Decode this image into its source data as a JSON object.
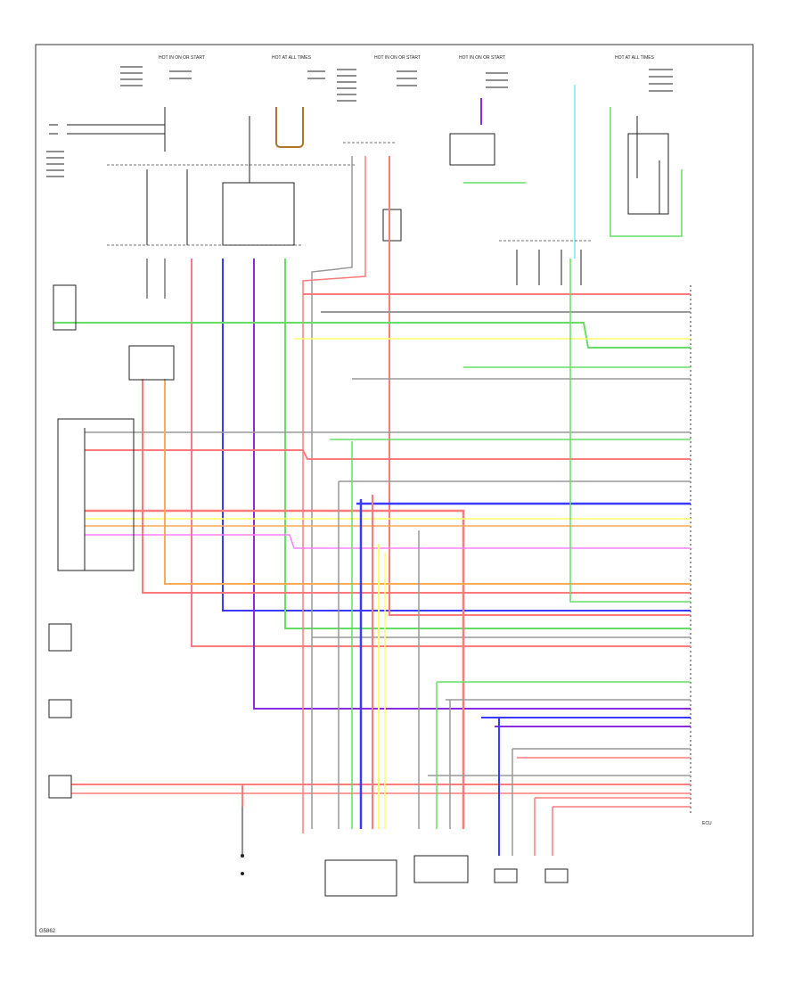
{
  "diagram": {
    "fuse_labels": [
      "HOT IN ON OR START",
      "HOT AT ALL TIMES",
      "HOT IN ON OR START",
      "HOT IN ON OR START",
      "HOT AT ALL TIMES"
    ],
    "ecu_label": "ECU",
    "footer_code": "G5862"
  },
  "colors": {
    "red": "#ff7b7b",
    "green": "#66dd66",
    "blue": "#3a3aff",
    "yellow": "#ffff66",
    "purple": "#8a2be2",
    "pink": "#ff80ff",
    "orange": "#ffaa55",
    "gray": "#999999",
    "black": "#333333",
    "brown": "#b0752a",
    "cyan": "#99eeff"
  }
}
